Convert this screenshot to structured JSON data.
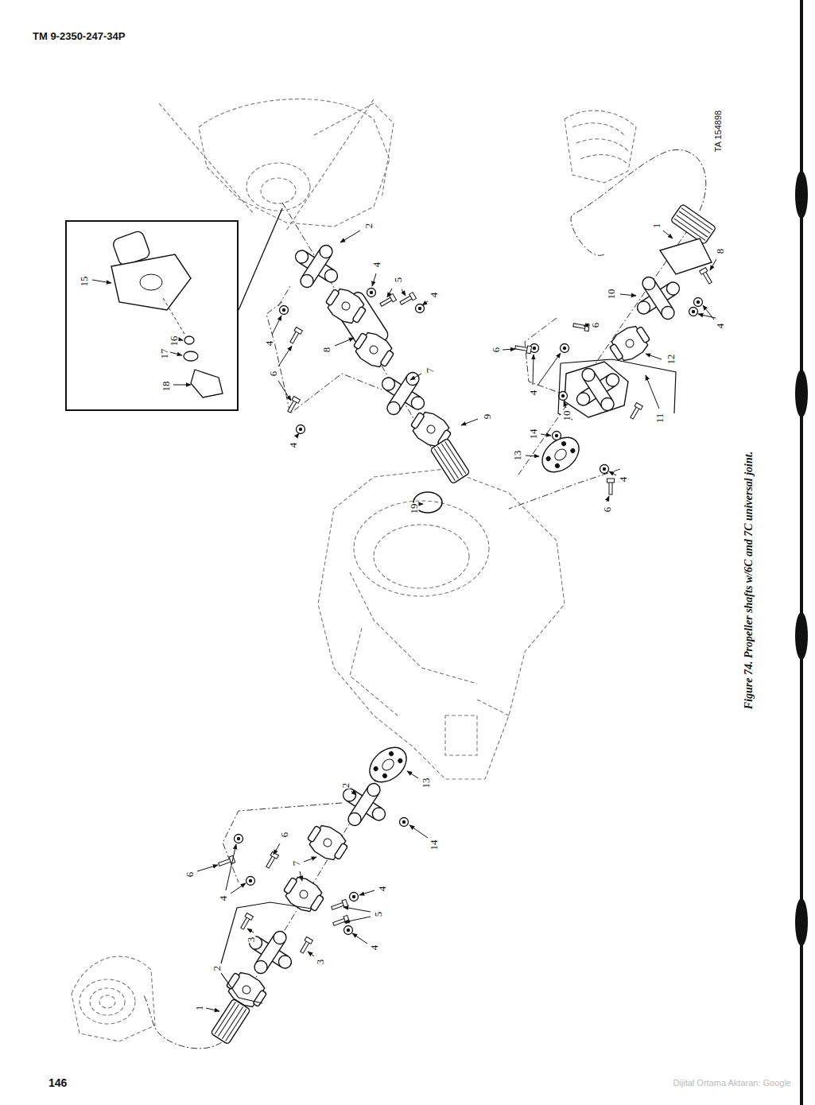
{
  "diagram": {
    "caption": "Figure 74. Propeller shafts w/6C and 7C universal joint.",
    "nodes": [
      {
        "text": [
          "15",
          "16",
          "17",
          "18"
        ]
      }
    ],
    "labels": [
      "TM 9-2350-247-34P",
      "2",
      "4",
      "5",
      "4",
      "4",
      "8",
      "6",
      "4",
      "7",
      "9",
      "19",
      "TA 154898",
      "1",
      "8",
      "10",
      "4",
      "6",
      "6",
      "12",
      "4",
      "10",
      "11",
      "14",
      "13",
      "4",
      "6",
      "13",
      "2",
      "14",
      "6",
      "6",
      "4",
      "7",
      "4",
      "5",
      "4",
      "3",
      "3",
      "2",
      "1",
      "146",
      "Dijital Ortama Aktaran: Google"
    ]
  }
}
